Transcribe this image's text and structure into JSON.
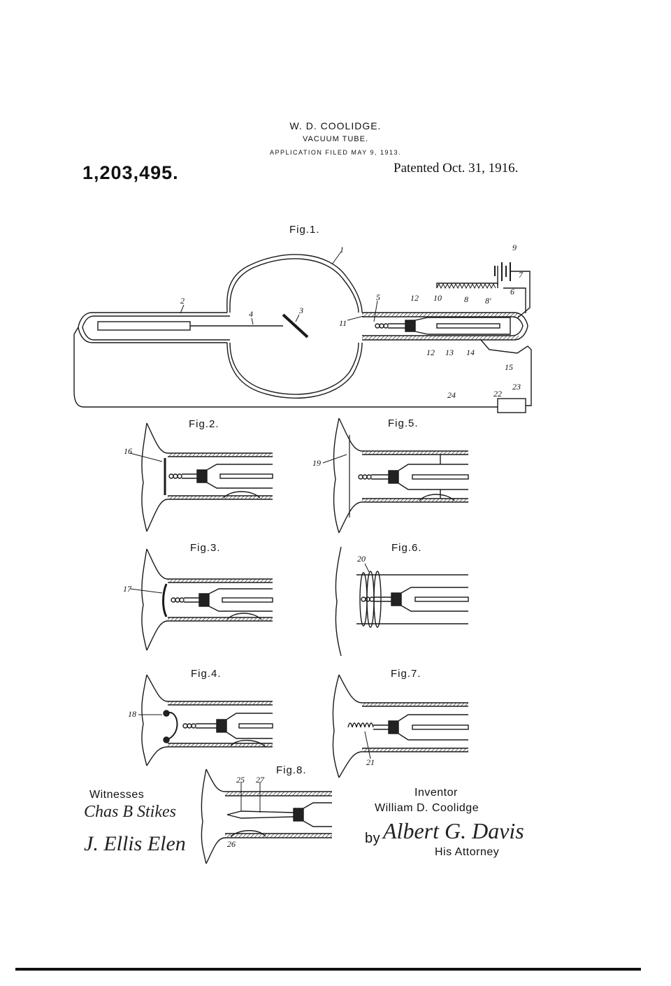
{
  "header": {
    "inventor_name": "W. D. COOLIDGE.",
    "title": "VACUUM TUBE.",
    "application_filed": "APPLICATION FILED MAY 9, 1913.",
    "patent_number": "1,203,495.",
    "patented": "Patented Oct. 31, 1916."
  },
  "figures": {
    "fig1": "Fig.1.",
    "fig2": "Fig.2.",
    "fig3": "Fig.3.",
    "fig4": "Fig.4.",
    "fig5": "Fig.5.",
    "fig6": "Fig.6.",
    "fig7": "Fig.7.",
    "fig8": "Fig.8."
  },
  "reference_numerals": {
    "fig1": [
      "1",
      "2",
      "3",
      "4",
      "5",
      "6",
      "7",
      "8",
      "8'",
      "9",
      "10",
      "11",
      "12",
      "12",
      "13",
      "14",
      "15",
      "22",
      "23",
      "24"
    ],
    "fig2": [
      "16"
    ],
    "fig3": [
      "17"
    ],
    "fig4": [
      "18"
    ],
    "fig5": [
      "19"
    ],
    "fig6": [
      "20"
    ],
    "fig7": [
      "21"
    ],
    "fig8": [
      "25",
      "27",
      "26"
    ]
  },
  "witnesses": {
    "label": "Witnesses",
    "signature_1": "Chas B Stikes",
    "signature_2": "J. Ellis Elen"
  },
  "inventor": {
    "label": "Inventor",
    "name": "William D. Coolidge",
    "by": "by",
    "attorney_signature": "Albert G. Davis",
    "attorney_label": "His Attorney"
  }
}
